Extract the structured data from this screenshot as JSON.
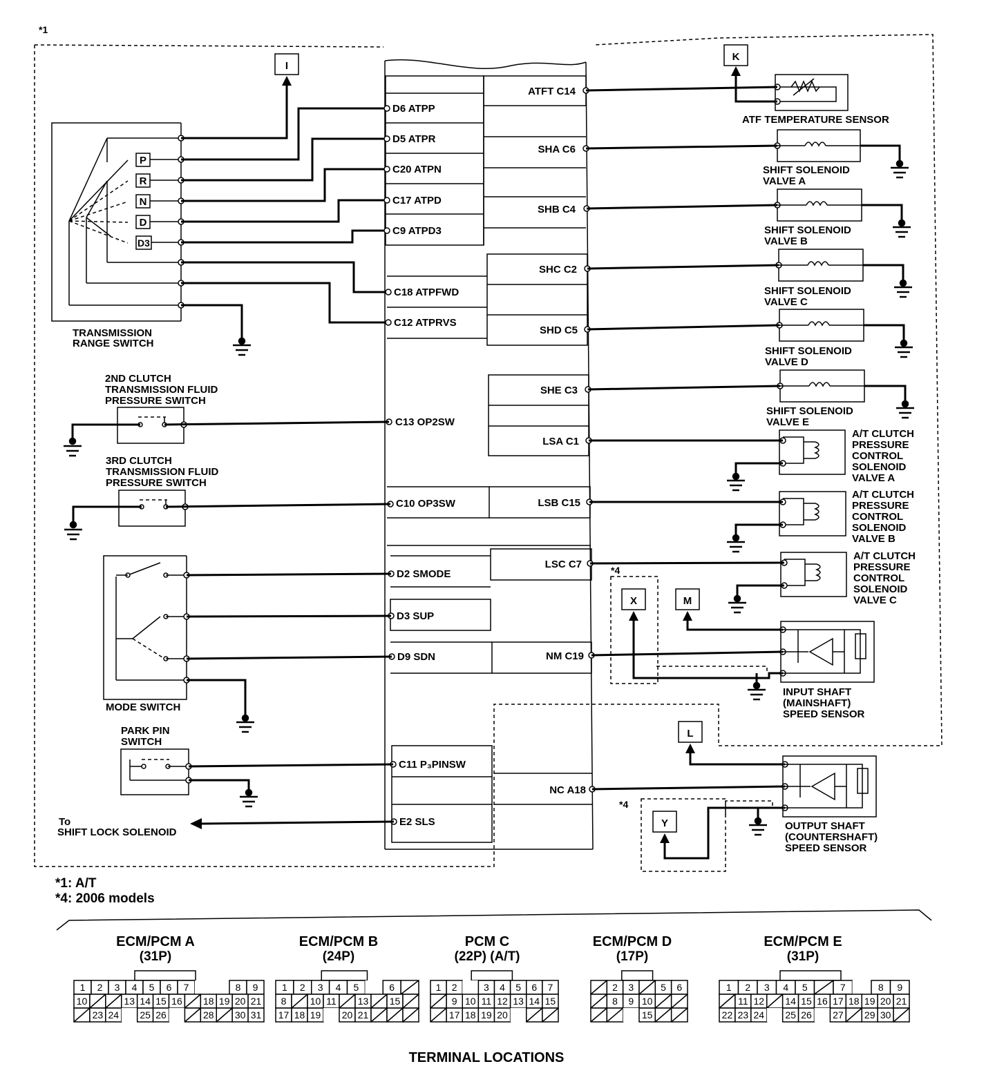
{
  "notes": {
    "top_star": "*1",
    "star4": "*4",
    "star4b": "*4",
    "note1": "*1: A/T",
    "note4": "*4: 2006 models"
  },
  "connectors": {
    "I": "I",
    "K": "K",
    "X": "X",
    "M": "M",
    "L": "L",
    "Y": "Y"
  },
  "range_switch": {
    "positions": [
      "P",
      "R",
      "N",
      "D",
      "D3"
    ],
    "label_line1": "TRANSMISSION",
    "label_line2": "RANGE SWITCH"
  },
  "pcm_left_pins": [
    "D6 ATPP",
    "D5 ATPR",
    "C20 ATPN",
    "C17 ATPD",
    "C9 ATPD3",
    "C18 ATPFWD",
    "C12 ATPRVS",
    "C13 OP2SW",
    "C10 OP3SW",
    "D2 SMODE",
    "D3 SUP",
    "D9 SDN",
    "C11 P₃PINSW",
    "E2 SLS"
  ],
  "pcm_right_pins": [
    "ATFT C14",
    "SHA C6",
    "SHB C4",
    "SHC C2",
    "SHD C5",
    "SHE C3",
    "LSA C1",
    "LSB C15",
    "LSC C7",
    "NM C19",
    "NC A18"
  ],
  "sensors": {
    "atf": "ATF TEMPERATURE SENSOR",
    "shift_a": [
      "SHIFT SOLENOID",
      "VALVE A"
    ],
    "shift_b": [
      "SHIFT SOLENOID",
      "VALVE B"
    ],
    "shift_c": [
      "SHIFT SOLENOID",
      "VALVE C"
    ],
    "shift_d": [
      "SHIFT SOLENOID",
      "VALVE D"
    ],
    "shift_e": [
      "SHIFT SOLENOID",
      "VALVE E"
    ],
    "lsa": [
      "A/T CLUTCH",
      "PRESSURE",
      "CONTROL",
      "SOLENOID",
      "VALVE A"
    ],
    "lsb": [
      "A/T CLUTCH",
      "PRESSURE",
      "CONTROL",
      "SOLENOID",
      "VALVE B"
    ],
    "lsc": [
      "A/T CLUTCH",
      "PRESSURE",
      "CONTROL",
      "SOLENOID",
      "VALVE C"
    ],
    "input": [
      "INPUT SHAFT",
      "(MAINSHAFT)",
      "SPEED SENSOR"
    ],
    "output": [
      "OUTPUT SHAFT",
      "(COUNTERSHAFT)",
      "SPEED SENSOR"
    ]
  },
  "switches": {
    "op2": [
      "2ND CLUTCH",
      "TRANSMISSION FLUID",
      "PRESSURE SWITCH"
    ],
    "op3": [
      "3RD CLUTCH",
      "TRANSMISSION FLUID",
      "PRESSURE SWITCH"
    ],
    "mode": "MODE SWITCH",
    "park": [
      "PARK PIN",
      "SWITCH"
    ],
    "shift_lock": [
      "To",
      "SHIFT LOCK SOLENOID"
    ]
  },
  "terminal_locations": {
    "title": "TERMINAL LOCATIONS",
    "connectors": [
      {
        "name": "ECM/PCM A",
        "pins": "(31P)",
        "rows": [
          [
            "1",
            "2",
            "3",
            "4",
            "5",
            "6",
            "7",
            "",
            "",
            "8",
            "9"
          ],
          [
            "10",
            "/",
            "/",
            "13",
            "14",
            "15",
            "16",
            "/",
            "18",
            "19",
            "20",
            "21"
          ],
          [
            "/",
            "23",
            "24",
            "",
            "25",
            "26",
            "",
            "/",
            "28",
            "/",
            "30",
            "31"
          ]
        ]
      },
      {
        "name": "ECM/PCM B",
        "pins": "(24P)",
        "rows": [
          [
            "1",
            "2",
            "3",
            "4",
            "5",
            "",
            "6",
            "/"
          ],
          [
            "8",
            "/",
            "10",
            "11",
            "/",
            "13",
            "/",
            "15",
            "/"
          ],
          [
            "17",
            "18",
            "19",
            "",
            "20",
            "21",
            "/",
            "/",
            "/"
          ]
        ]
      },
      {
        "name": "PCM C",
        "pins": "(22P) (A/T)",
        "rows": [
          [
            "1",
            "2",
            "",
            "3",
            "4",
            "5",
            "6",
            "7"
          ],
          [
            "/",
            "9",
            "10",
            "11",
            "12",
            "13",
            "14",
            "15"
          ],
          [
            "/",
            "17",
            "18",
            "19",
            "20",
            "",
            "/",
            "/"
          ]
        ]
      },
      {
        "name": "ECM/PCM D",
        "pins": "(17P)",
        "rows": [
          [
            "/",
            "2",
            "3",
            "/",
            "5",
            "6"
          ],
          [
            "/",
            "8",
            "9",
            "10",
            "/",
            "/"
          ],
          [
            "/",
            "/",
            "",
            "15",
            "/",
            "/"
          ]
        ]
      },
      {
        "name": "ECM/PCM E",
        "pins": "(31P)",
        "rows": [
          [
            "1",
            "2",
            "3",
            "4",
            "5",
            "/",
            "7",
            "",
            "8",
            "9"
          ],
          [
            "/",
            "11",
            "12",
            "/",
            "14",
            "15",
            "16",
            "17",
            "18",
            "19",
            "20",
            "21"
          ],
          [
            "22",
            "23",
            "24",
            "",
            "25",
            "26",
            "",
            "27",
            "/",
            "29",
            "30",
            "/"
          ]
        ]
      }
    ]
  }
}
